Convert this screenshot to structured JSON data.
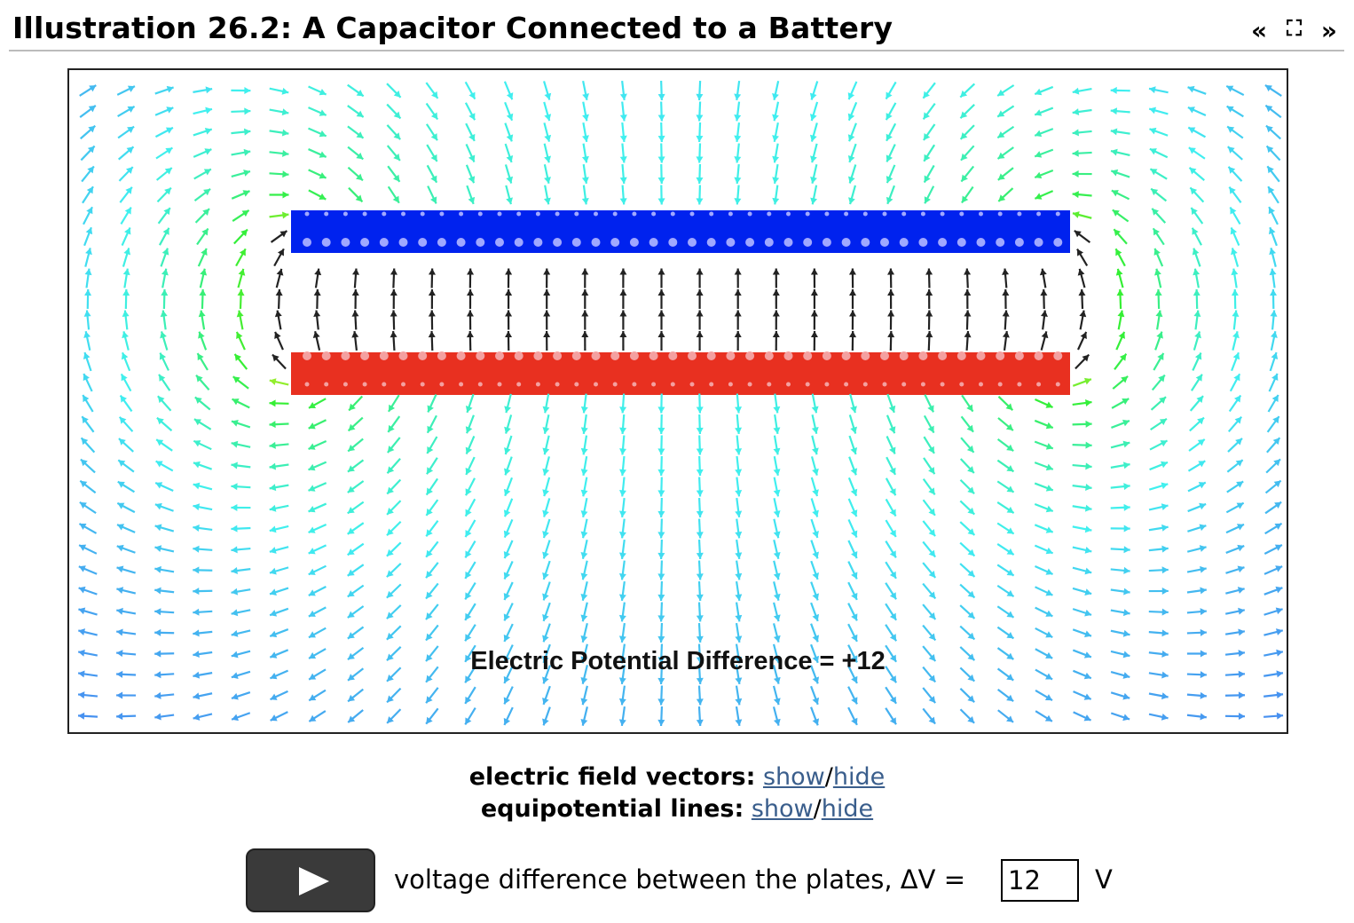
{
  "header": {
    "title": "Illustration 26.2: A Capacitor Connected to a Battery",
    "prev_icon": "double-chevron-left-icon",
    "fullscreen_icon": "expand-icon",
    "next_icon": "double-chevron-right-icon"
  },
  "simulation": {
    "readout": "Electric Potential Difference = +12",
    "top_plate_color": "#0022ee",
    "bottom_plate_color": "#e83020"
  },
  "controls": {
    "field_label": "electric field vectors:",
    "equip_label": "equipotential lines:",
    "show": "show",
    "slash": "/",
    "hide": "hide",
    "voltage_label": "voltage difference between the plates, ΔV =",
    "voltage_value": "12",
    "unit": "V"
  }
}
